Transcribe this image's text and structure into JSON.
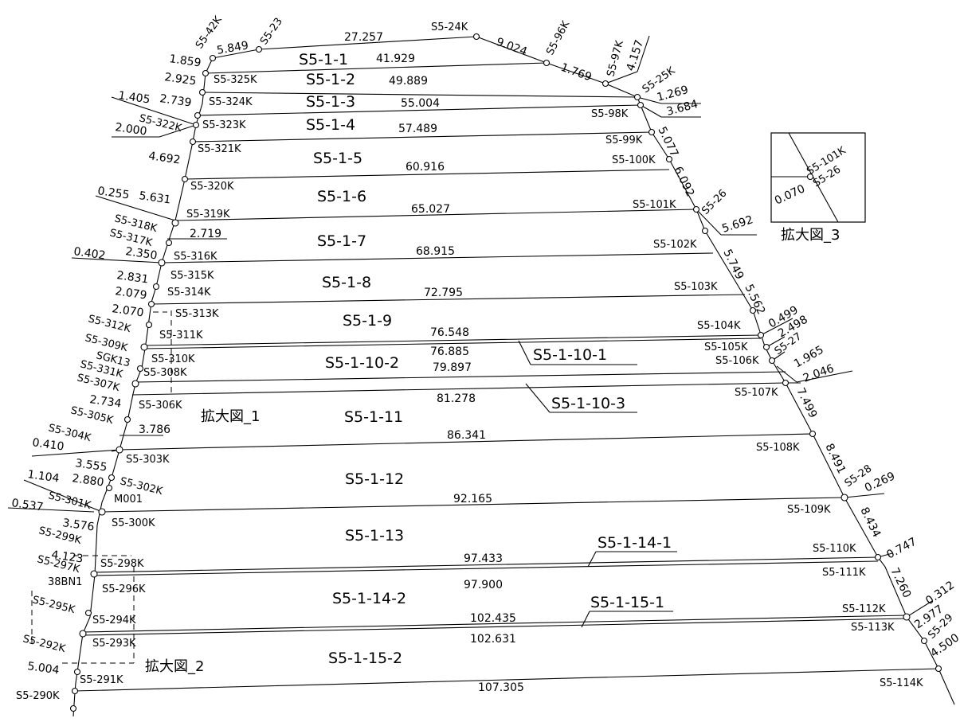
{
  "parcels": [
    {
      "label": "S5-1-1",
      "area": "41.929",
      "top": "27.257"
    },
    {
      "label": "S5-1-2",
      "area": "49.889"
    },
    {
      "label": "S5-1-3",
      "area": "55.004"
    },
    {
      "label": "S5-1-4",
      "area": "57.489"
    },
    {
      "label": "S5-1-5",
      "area": "60.916"
    },
    {
      "label": "S5-1-6",
      "area": "65.027"
    },
    {
      "label": "S5-1-7",
      "area": "68.915"
    },
    {
      "label": "S5-1-8",
      "area": "72.795"
    },
    {
      "label": "S5-1-9",
      "area": "76.548"
    },
    {
      "label": "S5-1-10-1",
      "area": "76.885"
    },
    {
      "label": "S5-1-10-2",
      "area": "79.897"
    },
    {
      "label": "S5-1-10-3",
      "area": "81.278"
    },
    {
      "label": "S5-1-11",
      "area": "86.341"
    },
    {
      "label": "S5-1-12",
      "area": "92.165"
    },
    {
      "label": "S5-1-13",
      "area": "97.433"
    },
    {
      "label": "S5-1-14-1",
      "area": "97.900"
    },
    {
      "label": "S5-1-14-2",
      "area": "102.435"
    },
    {
      "label": "S5-1-15-1",
      "area": "102.631"
    },
    {
      "label": "S5-1-15-2",
      "area": "107.305"
    }
  ],
  "left_points": [
    "S5-42K",
    "S5-23",
    "S5-325K",
    "S5-324K",
    "S5-322K",
    "S5-323K",
    "S5-321K",
    "S5-320K",
    "S5-319K",
    "S5-318K",
    "S5-317K",
    "S5-316K",
    "S5-315K",
    "S5-314K",
    "S5-313K",
    "S5-312K",
    "S5-311K",
    "S5-309K",
    "SGK13",
    "S5-310K",
    "S5-331K",
    "S5-308K",
    "S5-307K",
    "S5-306K",
    "S5-305K",
    "S5-304K",
    "S5-303K",
    "S5-302K",
    "M001",
    "S5-301K",
    "S5-300K",
    "S5-299K",
    "S5-298K",
    "S5-297K",
    "38BN1",
    "S5-296K",
    "S5-295K",
    "S5-294K",
    "S5-293K",
    "S5-292K",
    "S5-291K",
    "S5-290K"
  ],
  "right_points": [
    "S5-24K",
    "S5-96K",
    "S5-97K",
    "S5-25K",
    "S5-98K",
    "S5-99K",
    "S5-100K",
    "S5-101K",
    "S5-26",
    "S5-102K",
    "S5-103K",
    "S5-104K",
    "S5-105K",
    "S5-27",
    "S5-106K",
    "S5-107K",
    "S5-108K",
    "S5-28",
    "S5-109K",
    "S5-110K",
    "S5-111K",
    "S5-112K",
    "S5-113K",
    "S5-29",
    "S5-114K"
  ],
  "left_distances": [
    "5.849",
    "1.859",
    "2.925",
    "1.405",
    "2.739",
    "2.000",
    "4.692",
    "0.255",
    "5.631",
    "2.719",
    "2.350",
    "0.402",
    "2.831",
    "2.079",
    "2.070",
    "2.734",
    "3.786",
    "0.410",
    "3.555",
    "1.104",
    "2.880",
    "0.537",
    "3.576",
    "4.123",
    "5.004"
  ],
  "right_distances": [
    "9.024",
    "1.769",
    "4.157",
    "1.269",
    "3.684",
    "5.077",
    "6.092",
    "5.692",
    "5.749",
    "5.562",
    "0.499",
    "2.498",
    "1.965",
    "2.046",
    "7.499",
    "8.491",
    "0.269",
    "8.434",
    "0.747",
    "7.260",
    "0.312",
    "2.977",
    "4.500"
  ],
  "inset": {
    "title": "拡大図_3",
    "point_a": "S5-101K",
    "point_b": "S5-26",
    "distance": "0.070"
  },
  "enlarged_labels": {
    "one": "拡大図_1",
    "two": "拡大図_2"
  }
}
